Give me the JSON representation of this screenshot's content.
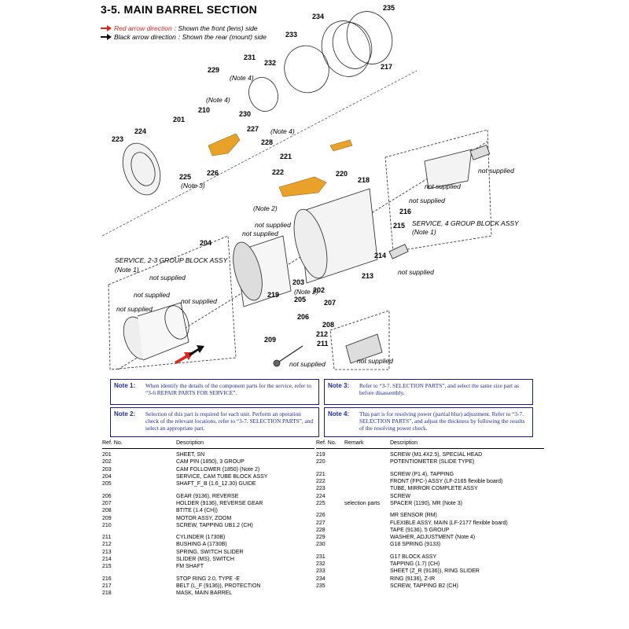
{
  "title": "3-5. MAIN BARREL SECTION",
  "legend": {
    "red_label": "Red arrow direction",
    "red_desc": ": Shown the front (lens) side",
    "black_label": "Black arrow direction",
    "black_desc": ": Shown the rear (mount) side"
  },
  "diagram": {
    "callouts": [
      "201",
      "202",
      "203",
      "204",
      "205",
      "206",
      "207",
      "208",
      "209",
      "210",
      "211",
      "212",
      "213",
      "214",
      "215",
      "216",
      "217",
      "218",
      "219",
      "220",
      "221",
      "222",
      "223",
      "224",
      "225",
      "226",
      "227",
      "228",
      "229",
      "230",
      "231",
      "232",
      "233",
      "234",
      "235"
    ],
    "not_supplied": "not supplied",
    "service_23": "SERVICE, 2-3 GROUP BLOCK ASSY",
    "service_4": "SERVICE, 4 GROUP BLOCK ASSY",
    "note1": "(Note 1)",
    "note2": "(Note 2)",
    "note3": "(Note 3)",
    "note4": "(Note 4)"
  },
  "notes": [
    {
      "label": "Note 1:",
      "text": "When identify the details of the component parts for the service, refer to “3-6 REPAIR PARTS FOR SERVICE”."
    },
    {
      "label": "Note 2:",
      "text": "Selection of this part is required for each unit. Perform an operation check of the relevant locations, refer to “3-7. SELECTION PARTS”, and select an appropriate part."
    },
    {
      "label": "Note 3:",
      "text": "Refer to “3-7. SELECTION PARTS”, and select the same size part as before disassembly."
    },
    {
      "label": "Note 4:",
      "text": "This part is for resolving power (partial blur) adjustment. Refer to “3-7. SELECTION PARTS”, and adjust the thickness by following the results of the resolving power check."
    }
  ],
  "table_header": {
    "ref": "Ref. No.",
    "desc": "Description",
    "remark": "Remark"
  },
  "parts_left": [
    {
      "ref": "201",
      "desc": "SHEET, SN"
    },
    {
      "ref": "202",
      "desc": "CAM PIN (1850), 3 GROUP"
    },
    {
      "ref": "203",
      "desc": "CAM FOLLOWER (1850) (Note 2)"
    },
    {
      "ref": "204",
      "desc": "SERVICE, CAM TUBE BLOCK ASSY"
    },
    {
      "ref": "205",
      "desc": "SHAFT_F_B (1.6_12.30) GUIDE"
    },
    {
      "ref": "206",
      "desc": "GEAR (9136), REVERSE"
    },
    {
      "ref": "207",
      "desc": "HOLDER (9136), REVERSE GEAR"
    },
    {
      "ref": "208",
      "desc": "BTITE (1.4 (CH))"
    },
    {
      "ref": "209",
      "desc": "MOTOR ASSY, ZOOM"
    },
    {
      "ref": "210",
      "desc": "SCREW, TAPPING UB1.2 (CH)"
    },
    {
      "ref": "211",
      "desc": "CYLINDER (1730B)"
    },
    {
      "ref": "212",
      "desc": "BUSHING A (1730B)"
    },
    {
      "ref": "213",
      "desc": "SPRING, SWITCH SLIDER"
    },
    {
      "ref": "214",
      "desc": "SLIDER (MS), SWITCH"
    },
    {
      "ref": "215",
      "desc": "FM SHAFT"
    },
    {
      "ref": "216",
      "desc": "STOP RING 2.0, TYPE -E"
    },
    {
      "ref": "217",
      "desc": "BELT (L_F (9136)), PROTECTION"
    },
    {
      "ref": "218",
      "desc": "MASK, MAIN BARREL"
    }
  ],
  "parts_right": [
    {
      "ref": "219",
      "remark": "",
      "desc": "SCREW (M1.4X2.5), SPECIAL HEAD"
    },
    {
      "ref": "220",
      "remark": "",
      "desc": "POTENTIOMETER (SLIDE TYPE)"
    },
    {
      "ref": "221",
      "remark": "",
      "desc": "SCREW (P1.4), TAPPING"
    },
    {
      "ref": "222",
      "remark": "",
      "desc": "FRONT (FPC-) ASSY (LF-2165 flexible board)"
    },
    {
      "ref": "223",
      "remark": "",
      "desc": "TUBE, MIRROR COMPLETE ASSY"
    },
    {
      "ref": "224",
      "remark": "",
      "desc": "SCREW"
    },
    {
      "ref": "225",
      "remark": "selection parts",
      "desc": "SPACER (1190), MR (Note 3)"
    },
    {
      "ref": "226",
      "remark": "",
      "desc": "MR SENSOR (RM)"
    },
    {
      "ref": "227",
      "remark": "",
      "desc": "FLEXIBLE ASSY, MAIN (LF-2177 flexible board)"
    },
    {
      "ref": "228",
      "remark": "",
      "desc": "TAPE (9136), 5 GROUP"
    },
    {
      "ref": "229",
      "remark": "",
      "desc": "WASHER, ADJUSTMENT (Note 4)"
    },
    {
      "ref": "230",
      "remark": "",
      "desc": "G18 SPRING (9133)"
    },
    {
      "ref": "231",
      "remark": "",
      "desc": "G17 BLOCK ASSY"
    },
    {
      "ref": "232",
      "remark": "",
      "desc": "TAPPING (1.7) (CH)"
    },
    {
      "ref": "233",
      "remark": "",
      "desc": "SHEET (Z_R (9136)), RING SLIDER"
    },
    {
      "ref": "234",
      "remark": "",
      "desc": "RING (9136), Z-IR"
    },
    {
      "ref": "235",
      "remark": "",
      "desc": "SCREW, TAPPING B2 (CH)"
    }
  ]
}
